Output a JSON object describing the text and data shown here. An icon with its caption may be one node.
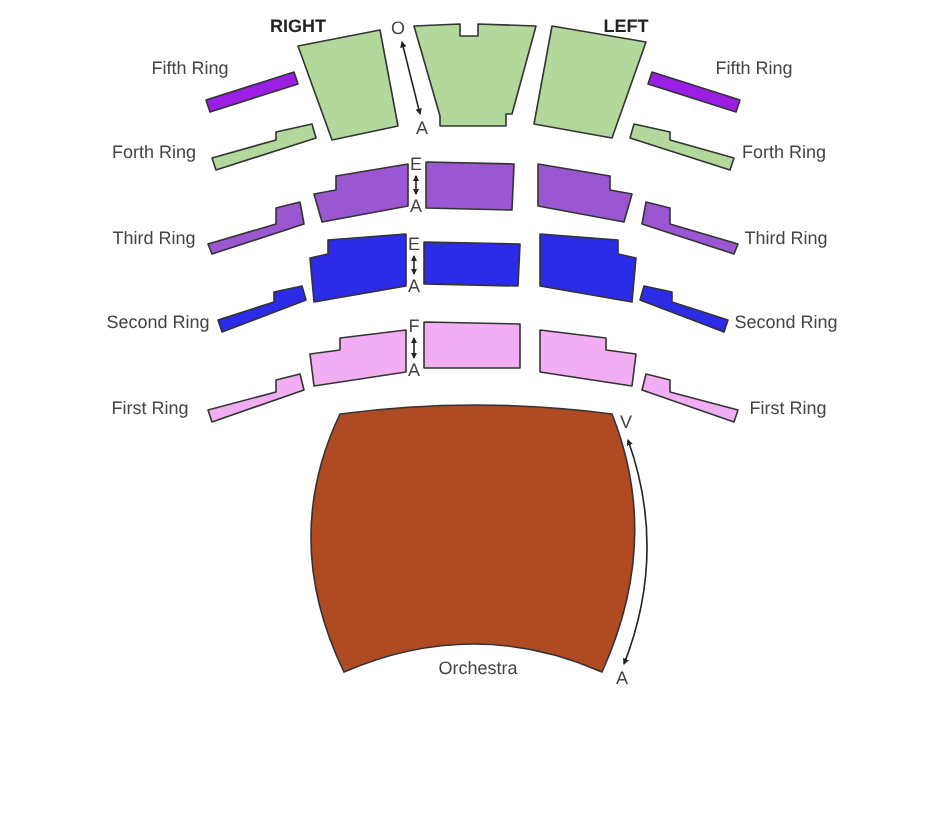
{
  "diagram": {
    "labels": [
      "RIGHT",
      "O",
      "LEFT",
      "Fifth Ring",
      "Fifth Ring",
      "A",
      "Forth Ring",
      "Forth Ring",
      "E",
      "A",
      "Third Ring",
      "E",
      "Third Ring",
      "A",
      "Second Ring",
      "F",
      "Second Ring",
      "A",
      "First Ring",
      "First Ring",
      "V",
      "A",
      "Orchestra"
    ]
  }
}
